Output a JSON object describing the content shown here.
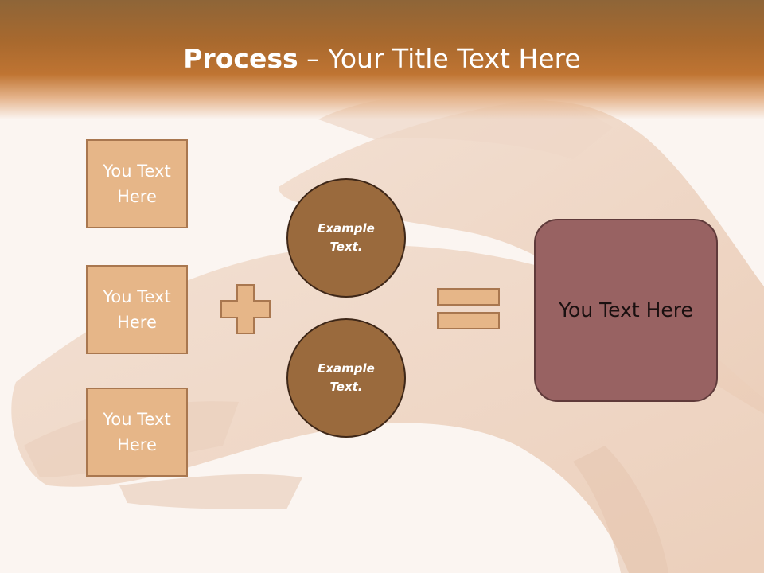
{
  "slide": {
    "title_bold": "Process",
    "title_rest": " – Your Title Text Here"
  },
  "left_boxes": [
    {
      "label": "You Text Here"
    },
    {
      "label": "You Text Here"
    },
    {
      "label": "You Text Here"
    }
  ],
  "circles": [
    {
      "label": "Example Text."
    },
    {
      "label": "Example Text."
    }
  ],
  "result": {
    "label": "You Text Here"
  },
  "icons": {
    "background": "hands-photo",
    "operator_1": "plus-icon",
    "operator_2": "equals-icon"
  },
  "colors": {
    "header": "#bf7432",
    "box_fill": "#e6b688",
    "circle_fill": "#9a6a3d",
    "result_fill": "#986262"
  }
}
